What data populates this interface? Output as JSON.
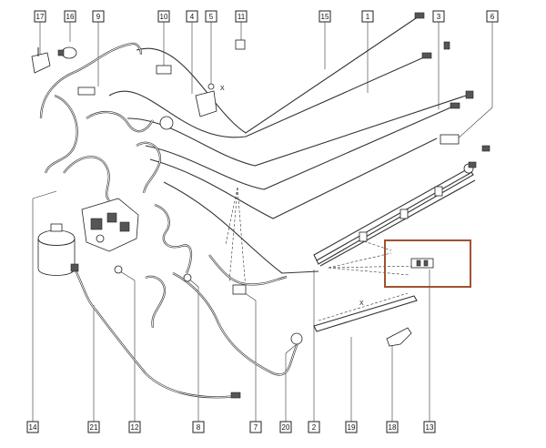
{
  "diagram": {
    "callouts": {
      "c17": "17",
      "c16": "16",
      "c9": "9",
      "c10": "10",
      "c4": "4",
      "c5": "5",
      "c11": "11",
      "c15": "15",
      "c1": "1",
      "c3": "3",
      "c6": "6",
      "c14": "14",
      "c21": "21",
      "c12": "12",
      "c8": "8",
      "c7": "7",
      "c20": "20",
      "c2": "2",
      "c19": "19",
      "c18": "18",
      "c13": "13"
    },
    "dimension_marks": {
      "x_bracket": "X",
      "x_rail": "X"
    },
    "colors": {
      "line": "#333333",
      "highlight": "#a0522d"
    },
    "highlighted_callout": "13"
  }
}
